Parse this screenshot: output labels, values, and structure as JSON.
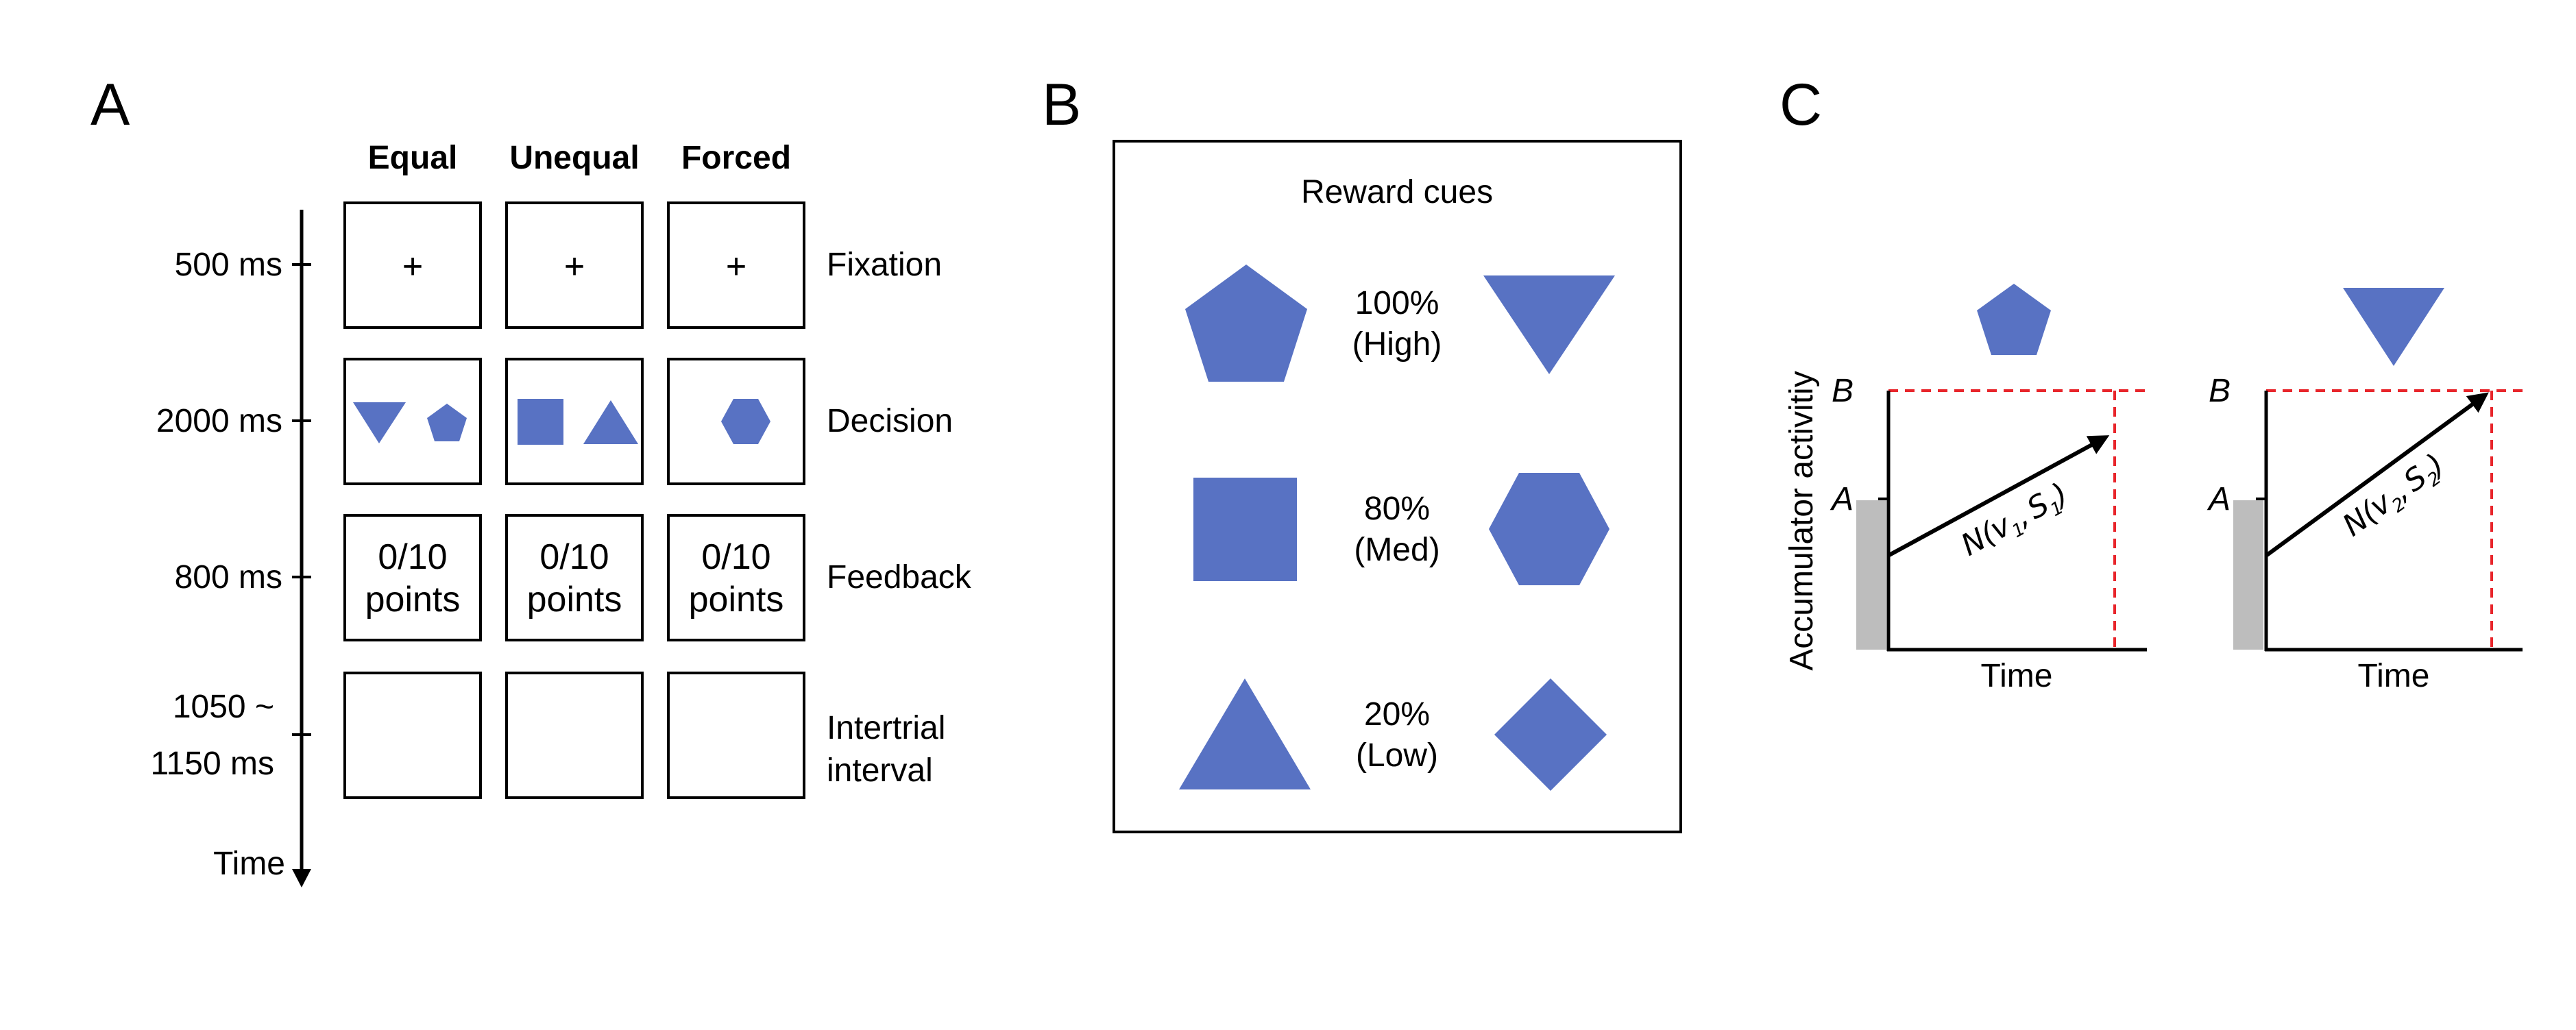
{
  "panels": {
    "a": "A",
    "b": "B",
    "c": "C"
  },
  "colors": {
    "shape_fill": "#5872c3",
    "threshold_red": "#e8252b",
    "start_bar_grey": "#bdbdbd",
    "line_black": "#000000"
  },
  "panel_a": {
    "columns": [
      "Equal",
      "Unequal",
      "Forced"
    ],
    "stages": [
      {
        "time": "500 ms",
        "name": "Fixation"
      },
      {
        "time": "2000 ms",
        "name": "Decision"
      },
      {
        "time": "800 ms",
        "name": "Feedback"
      },
      {
        "time_line1": "1050 ~",
        "time_line2": "1150 ms",
        "name_line1": "Intertrial",
        "name_line2": "interval"
      }
    ],
    "fixation_symbol": "+",
    "feedback_line1": "0/10",
    "feedback_line2": "points",
    "time_axis_label": "Time",
    "decision_shapes": {
      "equal": [
        "triangle-down",
        "pentagon"
      ],
      "unequal": [
        "square",
        "triangle-up"
      ],
      "forced": [
        "hexagon"
      ]
    }
  },
  "panel_b": {
    "title": "Reward cues",
    "rows": [
      {
        "pct": "100%",
        "level": "(High)",
        "left_shape": "pentagon",
        "right_shape": "triangle-down"
      },
      {
        "pct": "80%",
        "level": "(Med)",
        "left_shape": "square",
        "right_shape": "hexagon"
      },
      {
        "pct": "20%",
        "level": "(Low)",
        "left_shape": "triangle-up",
        "right_shape": "diamond"
      }
    ]
  },
  "panel_c": {
    "y_axis_label": "Accumulator activitiy",
    "threshold_label": "B",
    "start_label": "A",
    "x_axis_label": "Time",
    "plots": [
      {
        "cue_shape": "pentagon",
        "drift_symbol": "N",
        "v": "v",
        "s": "S",
        "sub": "1"
      },
      {
        "cue_shape": "triangle-down",
        "drift_symbol": "N",
        "v": "v",
        "s": "S",
        "sub": "2"
      }
    ]
  }
}
